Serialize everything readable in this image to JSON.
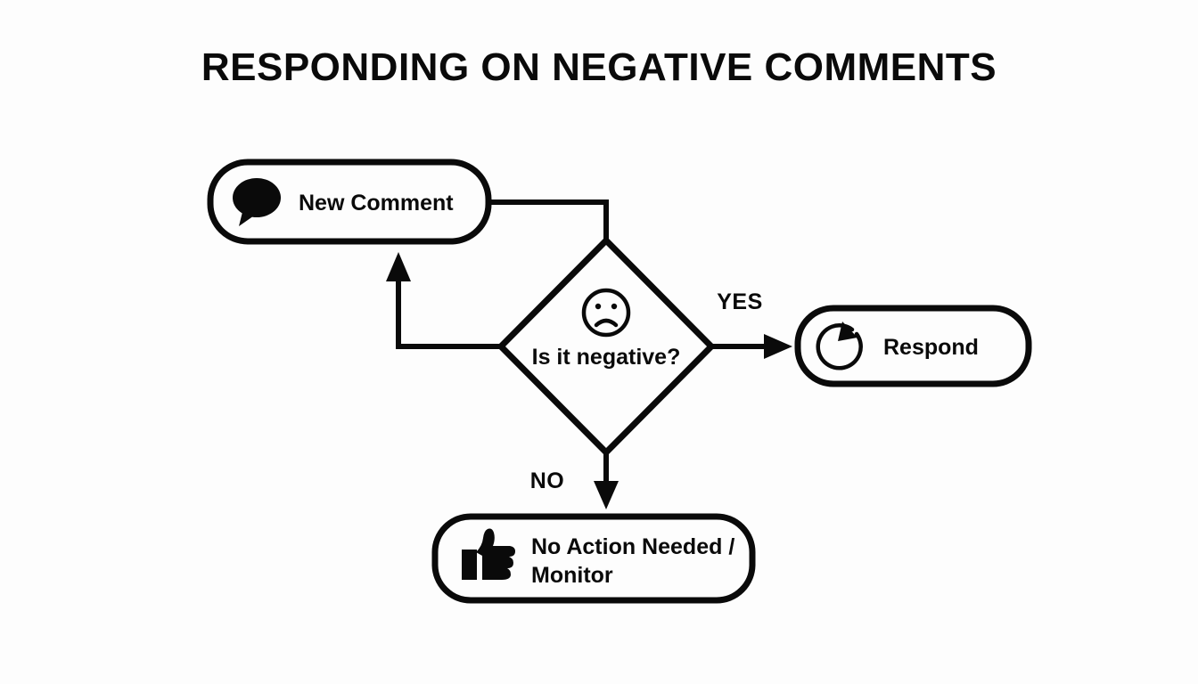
{
  "page": {
    "title": "RESPONDING ON NEGATIVE COMMENTS",
    "background_color": "#fdfdfd",
    "ink_color": "#0a0a0a"
  },
  "diagram": {
    "type": "flowchart",
    "nodes": [
      {
        "id": "new-comment",
        "shape": "rounded-rect",
        "label": "New Comment",
        "icon": "speech-bubble-icon"
      },
      {
        "id": "is-it-negative",
        "shape": "diamond",
        "label": "Is it negative?",
        "icon": "sad-face-icon"
      },
      {
        "id": "respond",
        "shape": "rounded-rect",
        "label": "Respond",
        "icon": "refresh-arrow-icon"
      },
      {
        "id": "no-action",
        "shape": "rounded-rect",
        "label_line1": "No Action Needed /",
        "label_line2": "Monitor",
        "icon": "thumbs-up-icon"
      }
    ],
    "edges": [
      {
        "id": "comment-to-decision",
        "from": "new-comment",
        "to": "is-it-negative",
        "label": "",
        "arrowhead": false
      },
      {
        "id": "decision-yes",
        "from": "is-it-negative",
        "to": "respond",
        "label": "YES",
        "arrowhead": true
      },
      {
        "id": "decision-no",
        "from": "is-it-negative",
        "to": "no-action",
        "label": "NO",
        "arrowhead": true
      },
      {
        "id": "loop-back",
        "from": "is-it-negative",
        "to": "new-comment",
        "label": "",
        "arrowhead": true
      }
    ]
  }
}
